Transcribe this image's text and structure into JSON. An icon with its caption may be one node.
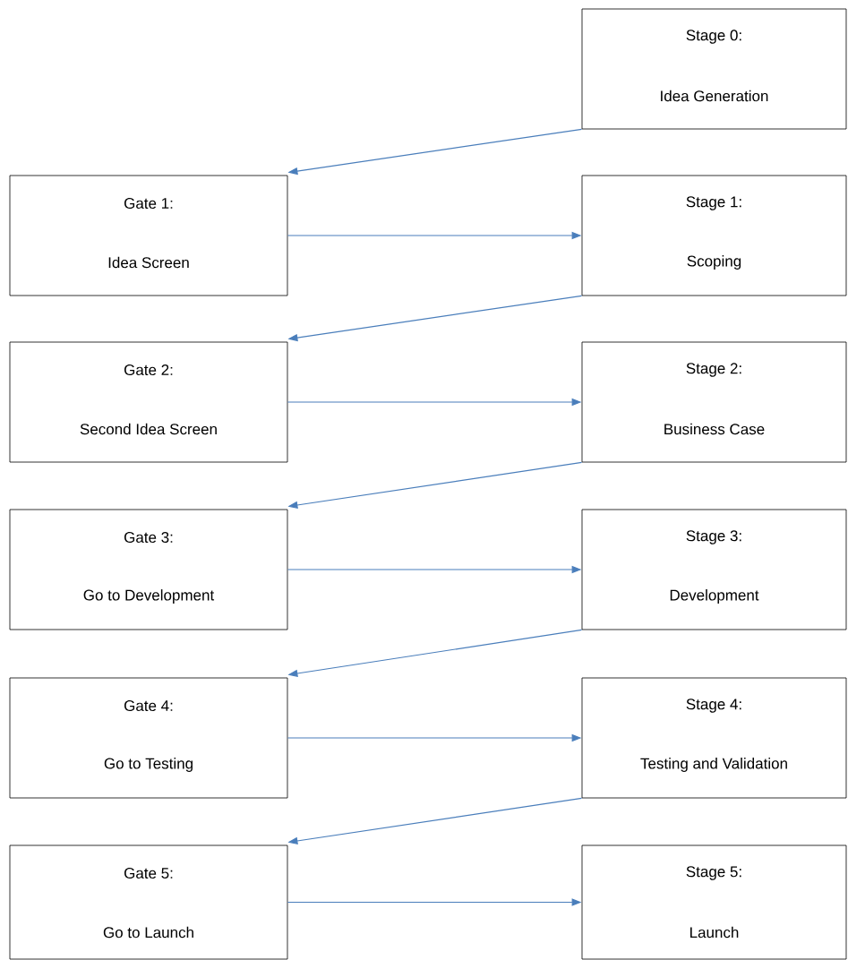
{
  "diagram": {
    "nodes": [
      {
        "text": [
          "Stage 0:",
          "Idea Generation"
        ]
      },
      {
        "text": [
          "Gate 1:",
          "Idea Screen"
        ]
      },
      {
        "text": [
          "Stage 1:",
          "Scoping"
        ]
      },
      {
        "text": [
          "Gate 2:",
          "Second Idea Screen"
        ]
      },
      {
        "text": [
          "Stage 2:",
          "Business Case"
        ]
      },
      {
        "text": [
          "Gate 3:",
          "Go to Development"
        ]
      },
      {
        "text": [
          "Stage 3:",
          "Development"
        ]
      },
      {
        "text": [
          "Gate 4:",
          "Go to Testing"
        ]
      },
      {
        "text": [
          "Stage 4:",
          "Testing and Validation"
        ]
      },
      {
        "text": [
          "Gate 5:",
          "Go to Launch"
        ]
      },
      {
        "text": [
          "Stage 5:",
          "Launch"
        ]
      }
    ],
    "edges": [
      {
        "from": 0,
        "to": 1,
        "arrow": "to"
      },
      {
        "from": 1,
        "to": 2,
        "arrow": "to"
      },
      {
        "from": 2,
        "to": 3,
        "arrow": "to"
      },
      {
        "from": 3,
        "to": 4,
        "arrow": "to"
      },
      {
        "from": 4,
        "to": 5,
        "arrow": "to"
      },
      {
        "from": 5,
        "to": 6,
        "arrow": "to"
      },
      {
        "from": 6,
        "to": 7,
        "arrow": "to"
      },
      {
        "from": 7,
        "to": 8,
        "arrow": "to"
      },
      {
        "from": 8,
        "to": 9,
        "arrow": "to"
      },
      {
        "from": 9,
        "to": 10,
        "arrow": "to"
      }
    ]
  }
}
